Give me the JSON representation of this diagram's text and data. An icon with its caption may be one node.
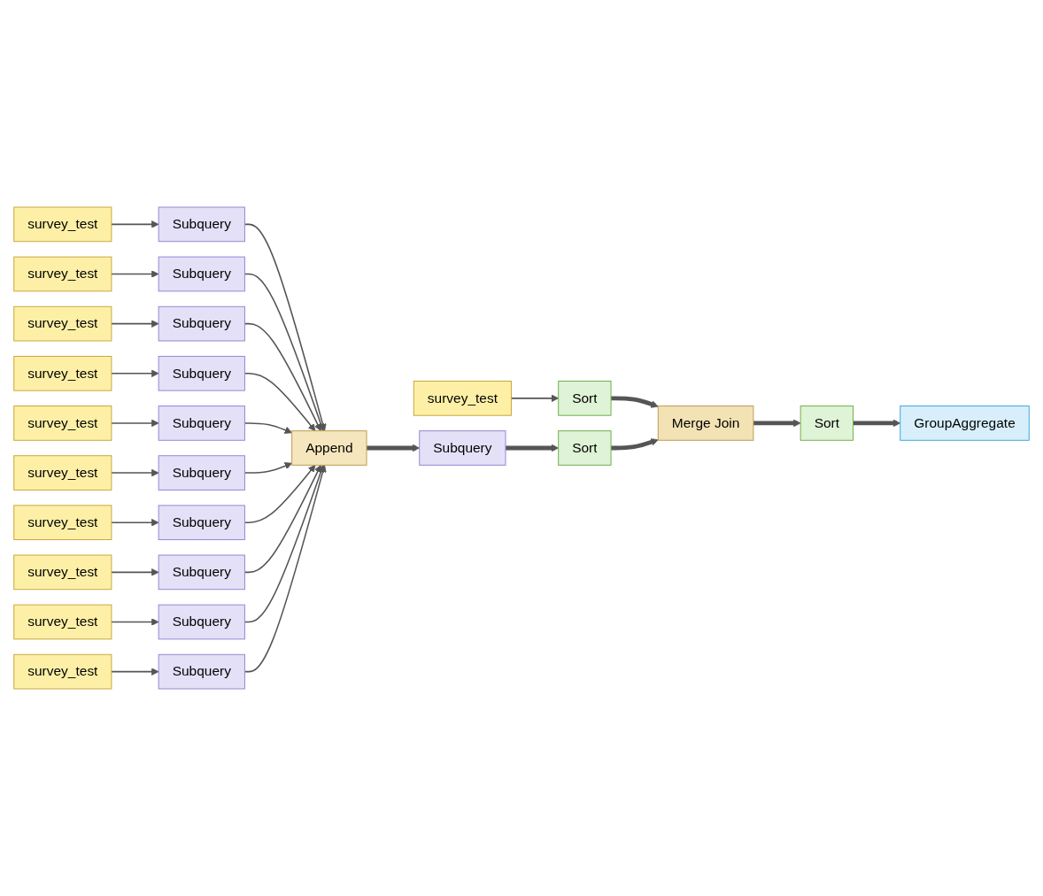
{
  "diagram": {
    "nodes": [
      {
        "text": [
          "survey_test"
        ]
      },
      {
        "text": [
          "Sort"
        ]
      },
      {
        "text": [
          "Merge Join"
        ]
      },
      {
        "text": [
          "Sort"
        ]
      },
      {
        "text": [
          "GroupAggregate"
        ]
      },
      {
        "text": [
          "survey_test"
        ]
      },
      {
        "text": [
          "Subquery"
        ]
      },
      {
        "text": [
          "Append"
        ]
      },
      {
        "text": [
          "Subquery"
        ]
      },
      {
        "text": [
          "Sort"
        ]
      },
      {
        "text": [
          "survey_test"
        ]
      },
      {
        "text": [
          "Subquery"
        ]
      },
      {
        "text": [
          "survey_test"
        ]
      },
      {
        "text": [
          "Subquery"
        ]
      },
      {
        "text": [
          "survey_test"
        ]
      },
      {
        "text": [
          "Subquery"
        ]
      },
      {
        "text": [
          "survey_test"
        ]
      },
      {
        "text": [
          "Subquery"
        ]
      },
      {
        "text": [
          "survey_test"
        ]
      },
      {
        "text": [
          "Subquery"
        ]
      },
      {
        "text": [
          "survey_test"
        ]
      },
      {
        "text": [
          "Subquery"
        ]
      },
      {
        "text": [
          "survey_test"
        ]
      },
      {
        "text": [
          "Subquery"
        ]
      },
      {
        "text": [
          "survey_test"
        ]
      },
      {
        "text": [
          "Subquery"
        ]
      },
      {
        "text": [
          "survey_test"
        ]
      },
      {
        "text": [
          "Subquery"
        ]
      }
    ],
    "edges": [
      {
        "from": 0,
        "to": 1,
        "arrow": "to"
      },
      {
        "from": 1,
        "to": 2,
        "arrow": "to",
        "style": "thick"
      },
      {
        "from": 2,
        "to": 3,
        "arrow": "to",
        "style": "thick"
      },
      {
        "from": 3,
        "to": 4,
        "arrow": "to",
        "style": "thick"
      },
      {
        "from": 5,
        "to": 6,
        "arrow": "to"
      },
      {
        "from": 6,
        "to": 7,
        "arrow": "to"
      },
      {
        "from": 7,
        "to": 8,
        "arrow": "to",
        "style": "thick"
      },
      {
        "from": 8,
        "to": 9,
        "arrow": "to",
        "style": "thick"
      },
      {
        "from": 9,
        "to": 2,
        "arrow": "to",
        "style": "thick"
      },
      {
        "from": 10,
        "to": 11,
        "arrow": "to"
      },
      {
        "from": 11,
        "to": 7,
        "arrow": "to"
      },
      {
        "from": 12,
        "to": 13,
        "arrow": "to"
      },
      {
        "from": 13,
        "to": 7,
        "arrow": "to"
      },
      {
        "from": 14,
        "to": 15,
        "arrow": "to"
      },
      {
        "from": 15,
        "to": 7,
        "arrow": "to"
      },
      {
        "from": 16,
        "to": 17,
        "arrow": "to"
      },
      {
        "from": 17,
        "to": 7,
        "arrow": "to"
      },
      {
        "from": 18,
        "to": 19,
        "arrow": "to"
      },
      {
        "from": 19,
        "to": 7,
        "arrow": "to"
      },
      {
        "from": 20,
        "to": 21,
        "arrow": "to"
      },
      {
        "from": 21,
        "to": 7,
        "arrow": "to"
      },
      {
        "from": 22,
        "to": 23,
        "arrow": "to"
      },
      {
        "from": 23,
        "to": 7,
        "arrow": "to"
      },
      {
        "from": 24,
        "to": 25,
        "arrow": "to"
      },
      {
        "from": 25,
        "to": 7,
        "arrow": "to"
      },
      {
        "from": 26,
        "to": 27,
        "arrow": "to"
      },
      {
        "from": 27,
        "to": 7,
        "arrow": "to"
      }
    ]
  }
}
